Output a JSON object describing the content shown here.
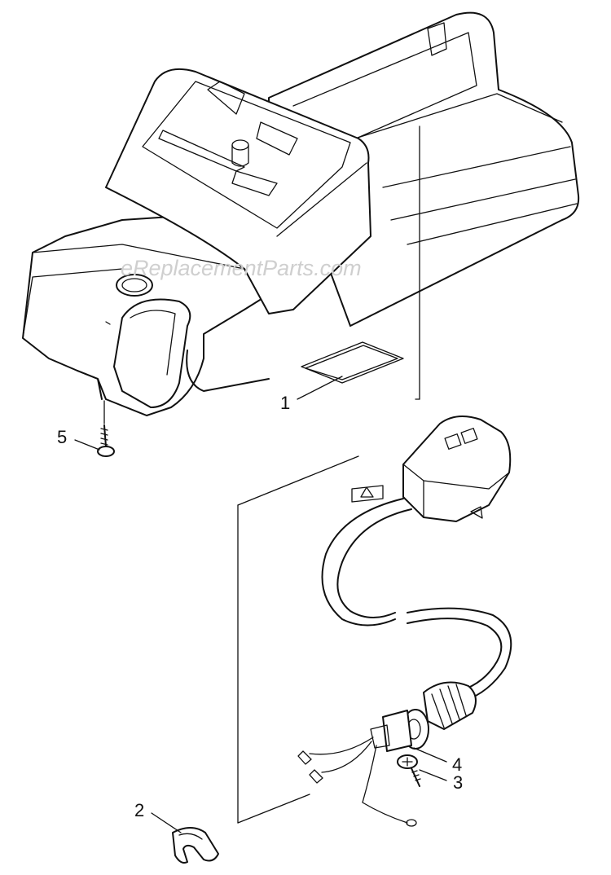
{
  "watermark": "eReplacementParts.com",
  "callouts": [
    {
      "id": "1",
      "label": "1"
    },
    {
      "id": "2",
      "label": "2"
    },
    {
      "id": "3",
      "label": "3"
    },
    {
      "id": "4",
      "label": "4"
    },
    {
      "id": "5",
      "label": "5"
    }
  ],
  "parts": [
    {
      "callout": "1",
      "name": "housing-cover-icon"
    },
    {
      "callout": "2",
      "name": "cable-clip-icon"
    },
    {
      "callout": "3",
      "name": "screw-icon"
    },
    {
      "callout": "4",
      "name": "switch-cable-assembly-icon"
    },
    {
      "callout": "5",
      "name": "screw-icon"
    }
  ]
}
